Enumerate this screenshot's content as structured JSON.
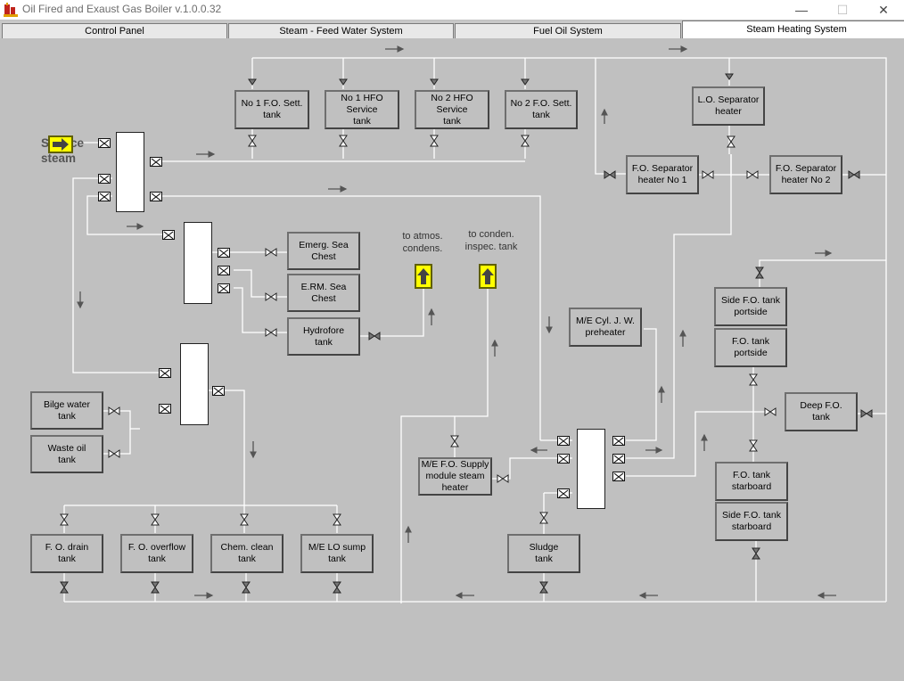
{
  "window": {
    "title": "Oil Fired and Exaust Gas Boiler  v.1.0.0.32",
    "minimize_glyph": "—",
    "maximize_glyph": "☐",
    "close_glyph": "✕"
  },
  "tabs": [
    {
      "label": "Control Panel",
      "active": false
    },
    {
      "label": "Steam - Feed Water System",
      "active": false
    },
    {
      "label": "Fuel Oil System",
      "active": false
    },
    {
      "label": "Steam Heating System",
      "active": true
    }
  ],
  "diagram": {
    "service_steam_label": "Service\nsteam",
    "to_atmos_label": "to atmos.\ncondens.",
    "to_conden_label": "to conden.\ninspec. tank",
    "tanks": {
      "no1_fo_sett": "No 1 F.O. Sett.\ntank",
      "no1_hfo_service": "No 1 HFO Service\ntank",
      "no2_hfo_service": "No 2 HFO Service\ntank",
      "no2_fo_sett": "No 2 F.O. Sett.\ntank",
      "lo_separator_heater": "L.O. Separator\nheater",
      "fo_separator_heater_1": "F.O. Separator\nheater No 1",
      "fo_separator_heater_2": "F.O. Separator\nheater No 2",
      "emerg_sea_chest": "Emerg. Sea\nChest",
      "erm_sea_chest": "E.RM. Sea\nChest",
      "hydrofore_tank": "Hydrofore\ntank",
      "me_cyl_jw_preheater": "M/E Cyl. J. W.\npreheater",
      "side_fo_tank_portside": "Side F.O. tank\nportside",
      "fo_tank_portside": "F.O. tank\nportside",
      "deep_fo_tank": "Deep F.O.\ntank",
      "bilge_water_tank": "Bilge water\ntank",
      "waste_oil_tank": "Waste oil\ntank",
      "me_fo_supply_heater": "M/E F.O. Supply\nmodule steam\nheater",
      "fo_tank_starboard": "F.O. tank\nstarboard",
      "side_fo_tank_starboard": "Side F.O. tank\nstarboard",
      "fo_drain_tank": "F. O. drain\ntank",
      "fo_overflow_tank": "F. O. overflow\ntank",
      "chem_clean_tank": "Chem. clean\ntank",
      "me_lo_sump_tank": "M/E LO sump\ntank",
      "sludge_tank": "Sludge\ntank"
    }
  },
  "colors": {
    "background": "#c0c0c0",
    "pipe": "#ffffff",
    "valve_fill": "#ffffff",
    "valve_outline": "#222222",
    "indicator_yellow": "#ffff00",
    "text": "#000000",
    "label_text": "#555555"
  }
}
